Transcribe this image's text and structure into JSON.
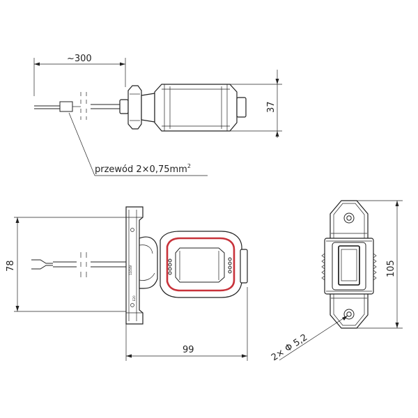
{
  "top_view": {
    "cable_length_label": "~300",
    "height_label": "37",
    "wire_label": "przewód 2×0,75mm",
    "wire_label_sup": "2"
  },
  "side_view": {
    "height_label": "78",
    "width_label": "99",
    "mount_text_1": "12/24V",
    "mount_text_2": "E20"
  },
  "front_view": {
    "height_label": "105",
    "hole_label": "2× Φ 5,2"
  },
  "colors": {
    "line": "#222222",
    "lens_red": "#c8323a"
  }
}
